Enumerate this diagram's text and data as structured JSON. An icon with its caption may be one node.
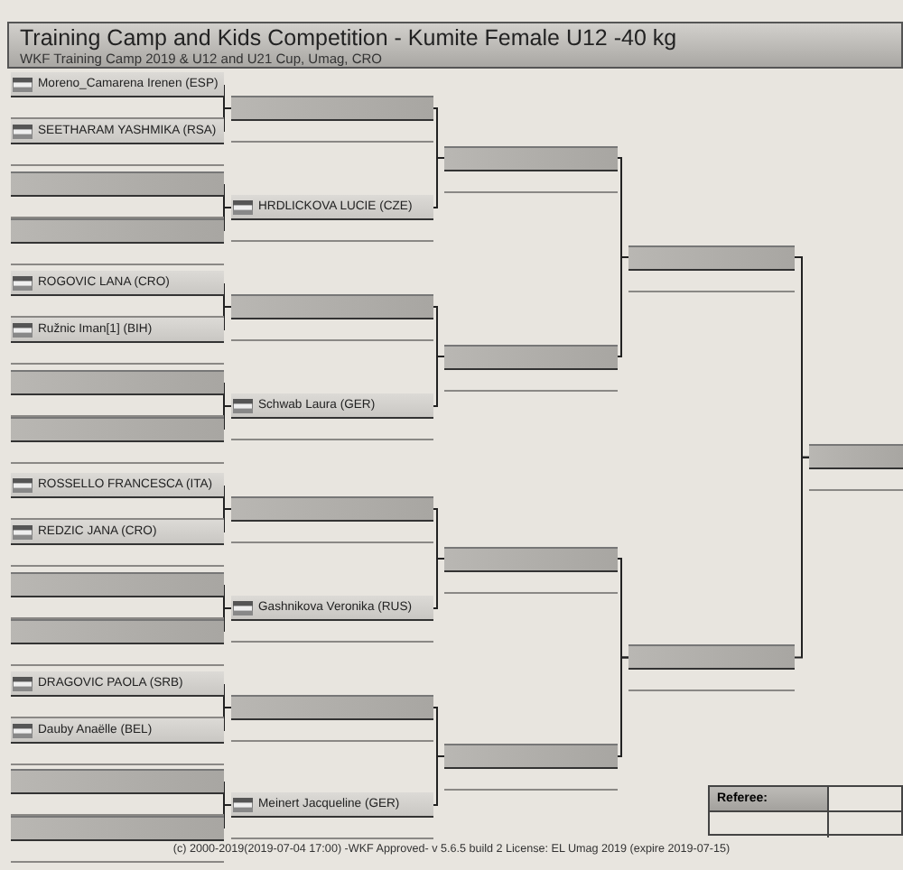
{
  "diagram": {
    "title": "Training Camp and Kids Competition - Kumite Female U12 -40 kg",
    "nodes": [
      {
        "text": [
          "Moreno_Camarena Irenen (ESP)"
        ]
      },
      {
        "text": [
          "SEETHARAM YASHMIKA (RSA)"
        ]
      },
      {
        "text": [],
        "shape": "bar"
      },
      {
        "text": [],
        "shape": "bar"
      },
      {
        "text": [
          "ROGOVIC LANA (CRO)"
        ]
      },
      {
        "text": [
          "Ružnic Iman[1] (BIH)"
        ]
      },
      {
        "text": [],
        "shape": "bar"
      },
      {
        "text": [],
        "shape": "bar"
      },
      {
        "text": [
          "ROSSELLO FRANCESCA (ITA)"
        ]
      },
      {
        "text": [
          "REDZIC JANA (CRO)"
        ]
      },
      {
        "text": [],
        "shape": "bar"
      },
      {
        "text": [],
        "shape": "bar"
      },
      {
        "text": [
          "DRAGOVIC PAOLA (SRB)"
        ]
      },
      {
        "text": [
          "Dauby Anaëlle (BEL)"
        ]
      },
      {
        "text": [],
        "shape": "bar"
      },
      {
        "text": [],
        "shape": "bar"
      },
      {
        "text": [],
        "shape": "bar"
      },
      {
        "text": [
          "HRDLICKOVA LUCIE (CZE)"
        ]
      },
      {
        "text": [],
        "shape": "bar"
      },
      {
        "text": [
          "Schwab Laura (GER)"
        ]
      },
      {
        "text": [],
        "shape": "bar"
      },
      {
        "text": [
          "Gashnikova Veronika (RUS)"
        ]
      },
      {
        "text": [],
        "shape": "bar"
      },
      {
        "text": [
          "Meinert Jacqueline (GER)"
        ]
      },
      {
        "text": [],
        "shape": "bar"
      },
      {
        "text": [],
        "shape": "bar"
      },
      {
        "text": [],
        "shape": "bar"
      },
      {
        "text": [],
        "shape": "bar"
      },
      {
        "text": [],
        "shape": "bar"
      },
      {
        "text": [],
        "shape": "bar"
      },
      {
        "text": [],
        "shape": "bar"
      }
    ],
    "edges": [
      {
        "from": 0,
        "to": 16,
        "arrow": "none"
      },
      {
        "from": 1,
        "to": 16,
        "arrow": "none"
      },
      {
        "from": 2,
        "to": 17,
        "arrow": "none"
      },
      {
        "from": 3,
        "to": 17,
        "arrow": "none"
      },
      {
        "from": 4,
        "to": 18,
        "arrow": "none"
      },
      {
        "from": 5,
        "to": 18,
        "arrow": "none"
      },
      {
        "from": 6,
        "to": 19,
        "arrow": "none"
      },
      {
        "from": 7,
        "to": 19,
        "arrow": "none"
      },
      {
        "from": 8,
        "to": 20,
        "arrow": "none"
      },
      {
        "from": 9,
        "to": 20,
        "arrow": "none"
      },
      {
        "from": 10,
        "to": 21,
        "arrow": "none"
      },
      {
        "from": 11,
        "to": 21,
        "arrow": "none"
      },
      {
        "from": 12,
        "to": 22,
        "arrow": "none"
      },
      {
        "from": 13,
        "to": 22,
        "arrow": "none"
      },
      {
        "from": 14,
        "to": 23,
        "arrow": "none"
      },
      {
        "from": 15,
        "to": 23,
        "arrow": "none"
      },
      {
        "from": 16,
        "to": 24,
        "arrow": "none"
      },
      {
        "from": 17,
        "to": 24,
        "arrow": "none"
      },
      {
        "from": 18,
        "to": 25,
        "arrow": "none"
      },
      {
        "from": 19,
        "to": 25,
        "arrow": "none"
      },
      {
        "from": 20,
        "to": 26,
        "arrow": "none"
      },
      {
        "from": 21,
        "to": 26,
        "arrow": "none"
      },
      {
        "from": 22,
        "to": 27,
        "arrow": "none"
      },
      {
        "from": 23,
        "to": 27,
        "arrow": "none"
      },
      {
        "from": 24,
        "to": 28,
        "arrow": "none"
      },
      {
        "from": 25,
        "to": 28,
        "arrow": "none"
      },
      {
        "from": 26,
        "to": 29,
        "arrow": "none"
      },
      {
        "from": 27,
        "to": 29,
        "arrow": "none"
      },
      {
        "from": 28,
        "to": 30,
        "arrow": "none"
      },
      {
        "from": 29,
        "to": 30,
        "arrow": "none"
      }
    ],
    "labels": [
      "WKF Training Camp 2019 & U12 and U21 Cup, Umag, CRO",
      "Referee:",
      "(c) 2000-2019(2019-07-04 17:00) -WKF Approved- v 5.6.5 build 2 License: EL Umag 2019 (expire 2019-07-15)"
    ]
  }
}
